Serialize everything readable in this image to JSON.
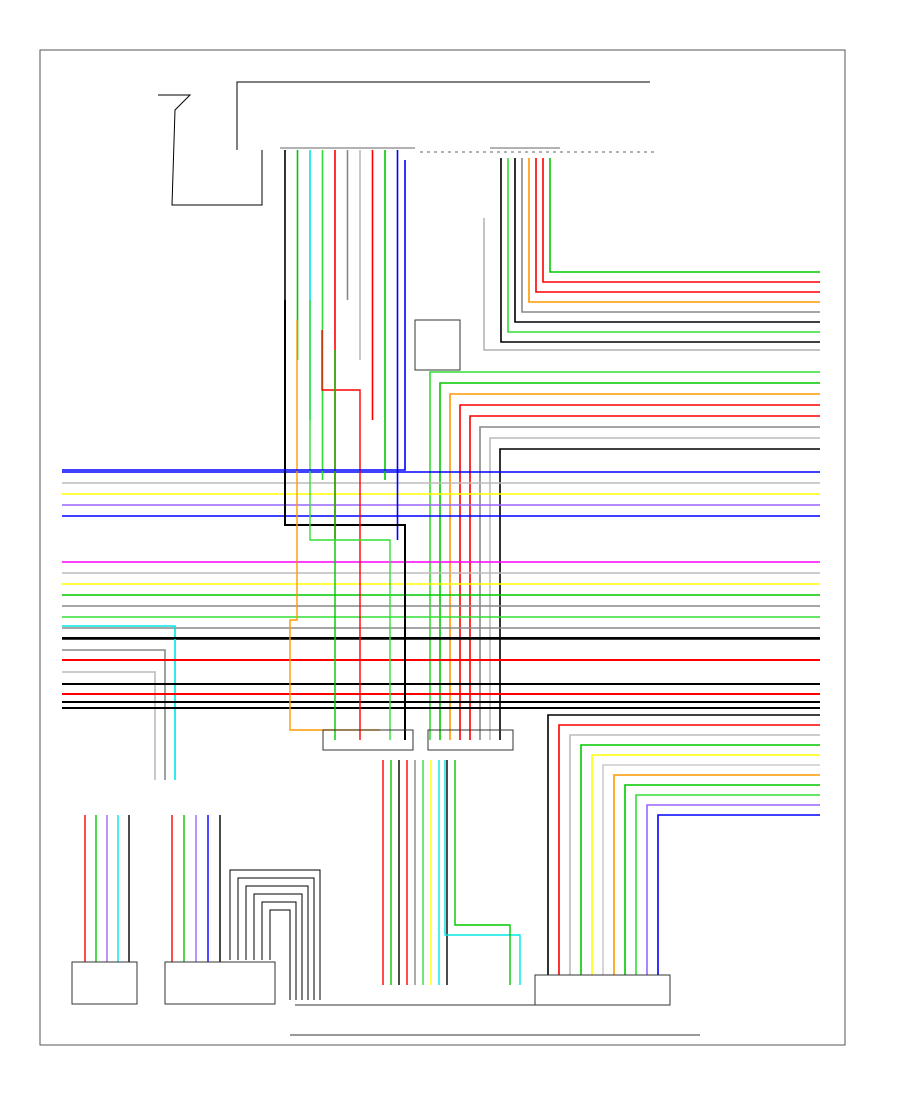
{
  "page": {
    "code": ""
  },
  "colors": {
    "black": "#000000",
    "red": "#ff0000",
    "green": "#00c800",
    "lightgreen": "#33dd33",
    "yellow": "#ffff00",
    "blue": "#0000ff",
    "magenta": "#ff00ff",
    "cyan": "#00e5e5",
    "orange": "#ff9900",
    "gray": "#888888",
    "lightgray": "#bbbbbb",
    "violet": "#9966ff",
    "white": "#cccccc"
  },
  "components": [
    {
      "id": "ecu-top",
      "label": ""
    },
    {
      "id": "connector-left-1",
      "label": ""
    },
    {
      "id": "connector-left-2",
      "label": ""
    },
    {
      "id": "connector-mid-1",
      "label": ""
    },
    {
      "id": "connector-mid-2",
      "label": ""
    },
    {
      "id": "unit-bottom-left-1",
      "label": ""
    },
    {
      "id": "unit-bottom-left-2",
      "label": ""
    },
    {
      "id": "unit-bottom-right",
      "label": ""
    }
  ],
  "wires": {
    "right_upper": [
      "green",
      "red",
      "red",
      "orange",
      "gray",
      "black",
      "lightgreen",
      "black"
    ],
    "right_mid": [
      "lightgreen",
      "green",
      "orange",
      "red",
      "red",
      "gray",
      "lightgray",
      "black"
    ],
    "cross_upper": [
      "blue",
      "lightgray",
      "yellow",
      "violet",
      "blue"
    ],
    "cross_mid": [
      "magenta",
      "lightgray",
      "yellow",
      "green",
      "gray",
      "lightgreen",
      "gray",
      "black"
    ],
    "left_lower": [
      "cyan",
      "black",
      "gray",
      "red",
      "lightgray",
      "black",
      "red",
      "black",
      "black"
    ],
    "right_lower": [
      "black",
      "red",
      "lightgray",
      "green",
      "yellow",
      "white",
      "orange",
      "green",
      "lightgreen",
      "violet",
      "blue"
    ]
  }
}
